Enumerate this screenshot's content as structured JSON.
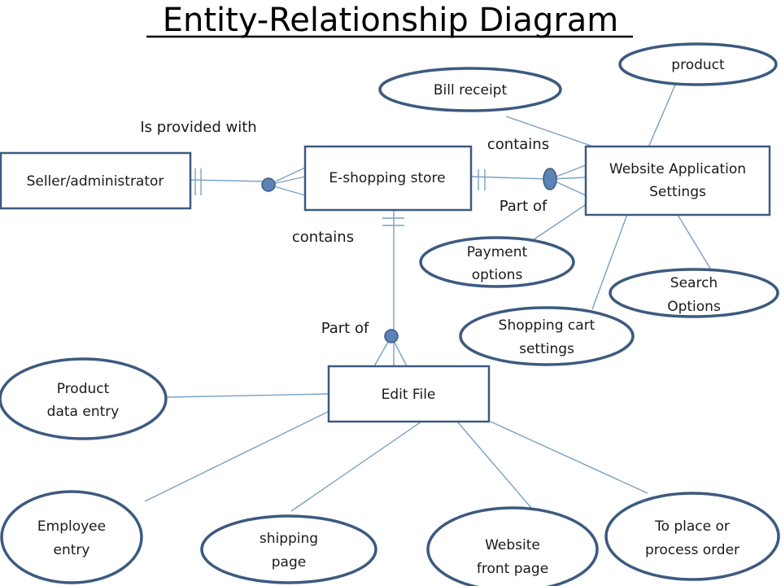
{
  "title": "Entity-Relationship Diagram",
  "entities": {
    "seller": "Seller/administrator",
    "store": "E-shopping store",
    "settings": [
      "Website Application",
      "Settings"
    ],
    "edit": "Edit File"
  },
  "attributes": {
    "product": "product",
    "bill": "Bill receipt",
    "payment": [
      "Payment",
      "options"
    ],
    "search": [
      "Search",
      "Options"
    ],
    "cart": [
      "Shopping cart",
      "settings"
    ],
    "product_entry": [
      "Product",
      "data entry"
    ],
    "employee": [
      "Employee",
      "entry"
    ],
    "shipping": [
      "shipping",
      "page"
    ],
    "front": [
      "Website",
      "front page"
    ],
    "order": [
      "To place or",
      "process order"
    ]
  },
  "relationships": {
    "provided": "Is provided with",
    "contains_top": "contains",
    "partof_top": "Part of",
    "contains_left": "contains",
    "partof_left": "Part of"
  },
  "colors": {
    "outline": "#3d5a80",
    "connector": "#7aa0c4",
    "junction": "#5b83b8"
  }
}
